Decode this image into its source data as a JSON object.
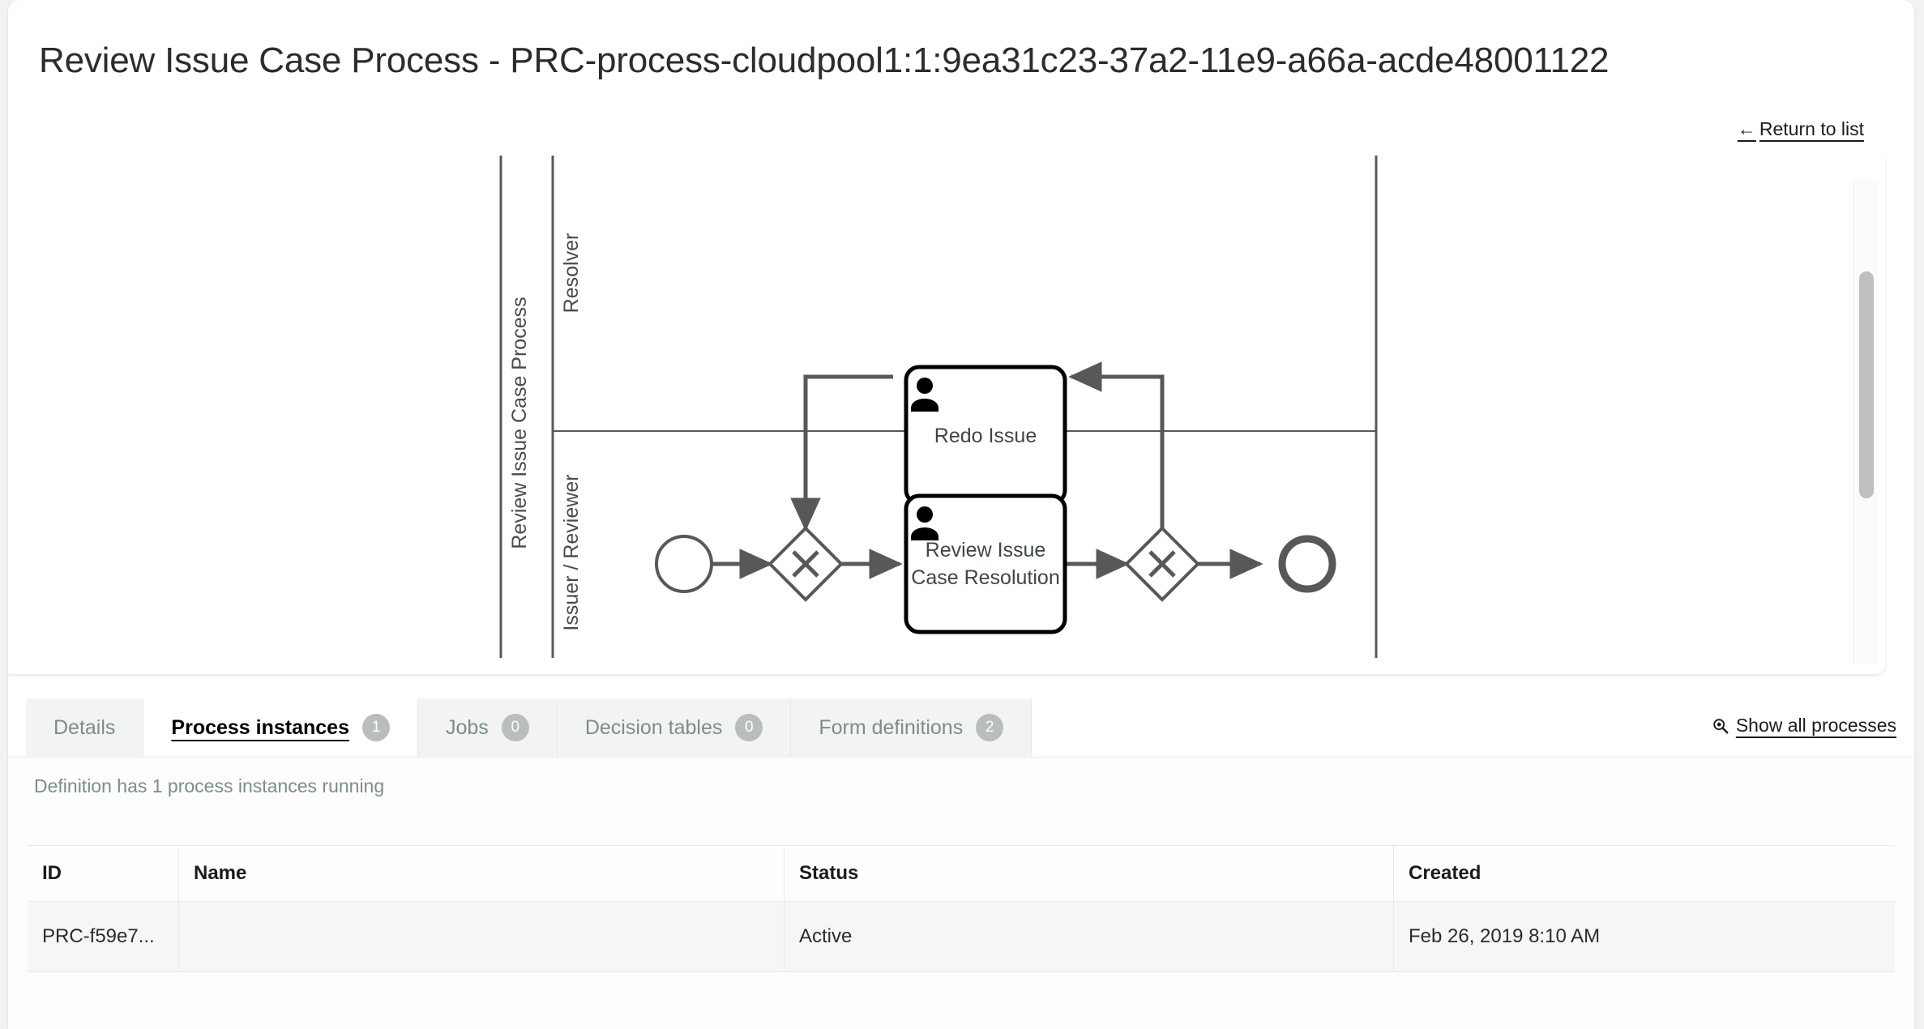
{
  "header": {
    "title": "Review Issue Case Process - PRC-process-cloudpool1:1:9ea31c23-37a2-11e9-a66a-acde48001122",
    "return_link": "Return to list",
    "return_arrow": "←"
  },
  "diagram": {
    "pool_label": "Review Issue Case Process",
    "lanes": [
      {
        "name": "Resolver"
      },
      {
        "name": "Issuer / Reviewer"
      }
    ],
    "nodes": {
      "start_event": "",
      "gateway_1": "",
      "user_task_redo": "Redo Issue",
      "user_task_review_line1": "Review Issue",
      "user_task_review_line2": "Case Resolution",
      "gateway_2": "",
      "end_event": ""
    }
  },
  "tabs": [
    {
      "label": "Details",
      "count": null,
      "active": false
    },
    {
      "label": "Process instances",
      "count": "1",
      "active": true
    },
    {
      "label": "Jobs",
      "count": "0",
      "active": false
    },
    {
      "label": "Decision tables",
      "count": "0",
      "active": false
    },
    {
      "label": "Form definitions",
      "count": "2",
      "active": false
    }
  ],
  "show_all_processes": "Show all processes",
  "content": {
    "note": "Definition has 1 process instances running",
    "columns": [
      "ID",
      "Name",
      "Status",
      "Created"
    ],
    "rows": [
      {
        "id": "PRC-f59e7...",
        "name": "",
        "status": "Active",
        "created": "Feb 26, 2019 8:10 AM"
      }
    ]
  },
  "colors": {
    "page_bg": "#f2f2f0",
    "card_bg": "#ffffff",
    "tab_inactive_bg": "#f2f4f3",
    "tab_inactive_text": "#7d8c8c",
    "badge_bg": "#b9bdbd",
    "row_bg": "#f4f7f6",
    "diagram_stroke": "#585858",
    "task_stroke": "#000000",
    "scrollbar_thumb": "#bfbfbf"
  }
}
